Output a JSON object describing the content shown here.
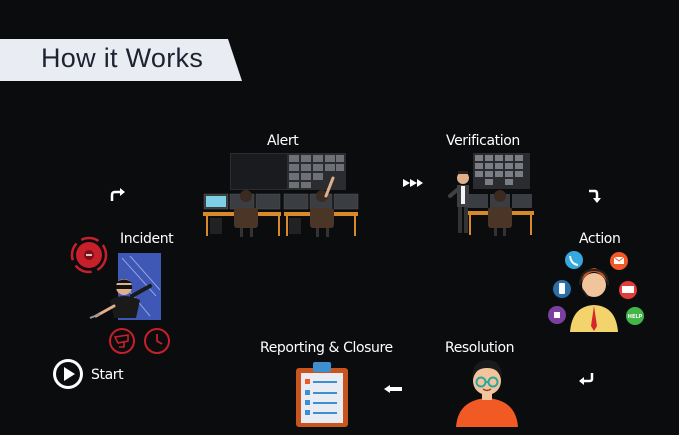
{
  "title": "How it Works",
  "steps": {
    "alert": "Alert",
    "verification": "Verification",
    "incident": "Incident",
    "action": "Action",
    "start": "Start",
    "reporting": "Reporting & Closure",
    "resolution": "Resolution"
  },
  "action_icons": [
    "phone-icon",
    "mail-icon",
    "mobile-icon",
    "ambulance-icon",
    "alarm-icon",
    "help-icon"
  ],
  "action_help_label": "HELP",
  "colors": {
    "background": "#0b0c0e",
    "banner": "#e9ecf3",
    "title_text": "#1d2330",
    "arrow": "#ffffff",
    "desk": "#d88a2b",
    "alarm_red": "#c8202b",
    "accent_orange": "#f15a24"
  }
}
